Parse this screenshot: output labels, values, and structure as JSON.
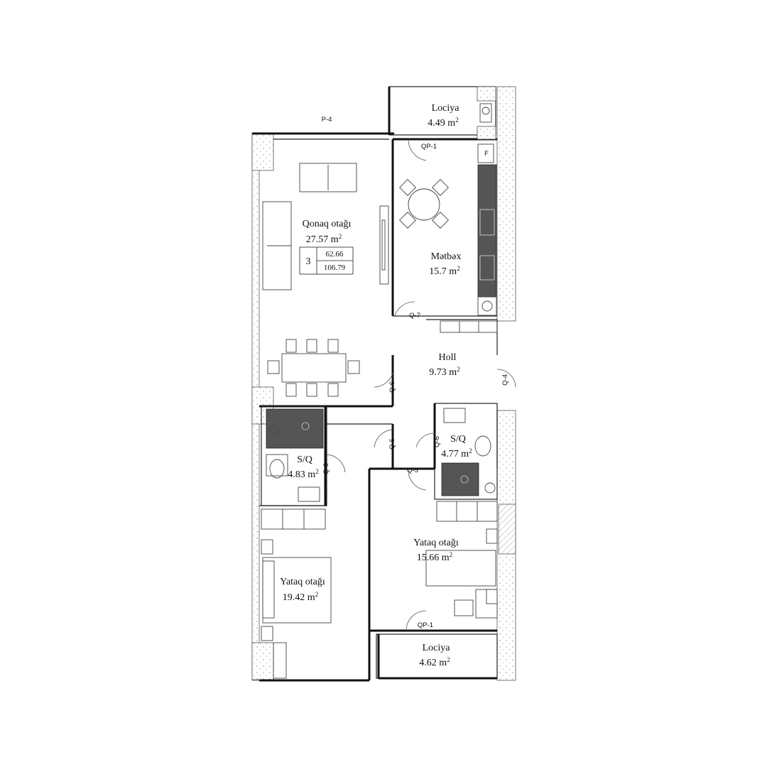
{
  "plan_label": "P-4",
  "rooms": {
    "loggia_top": {
      "name": "Lociya",
      "area": "4.49 m",
      "unit_sup": "2"
    },
    "living": {
      "name": "Qonaq otağı",
      "area": "27.57 m",
      "unit_sup": "2"
    },
    "kitchen": {
      "name": "Mətbəx",
      "area": "15.7 m",
      "unit_sup": "2"
    },
    "hall": {
      "name": "Holl",
      "area": "9.73 m",
      "unit_sup": "2"
    },
    "bath_left": {
      "name": "S/Q",
      "area": "4.83 m",
      "unit_sup": "2"
    },
    "bath_right": {
      "name": "S/Q",
      "area": "4.77 m",
      "unit_sup": "2"
    },
    "bedroom_left": {
      "name": "Yataq otağı",
      "area": "19.42 m",
      "unit_sup": "2"
    },
    "bedroom_right": {
      "name": "Yataq otağı",
      "area": "15.66 m",
      "unit_sup": "2"
    },
    "loggia_bottom": {
      "name": "Lociya",
      "area": "4.62 m",
      "unit_sup": "2"
    }
  },
  "apartment_table": {
    "rooms": "3",
    "living_area": "62.66",
    "total_area": "106.79"
  },
  "doors": {
    "qp1_top": "QP-1",
    "q7": "Q-7",
    "q6_hall_left": "Q-6",
    "q4": "Q-4",
    "q5_vertical": "Q-5",
    "q6_bath_right": "Q-6",
    "q5_horizontal": "Q-5",
    "q6_bath_left": "Q-6",
    "qp1_bottom": "QP-1"
  },
  "fridge_label": "F",
  "colors": {
    "line": "#111111",
    "fixture_dark": "#555555",
    "background": "#ffffff"
  }
}
